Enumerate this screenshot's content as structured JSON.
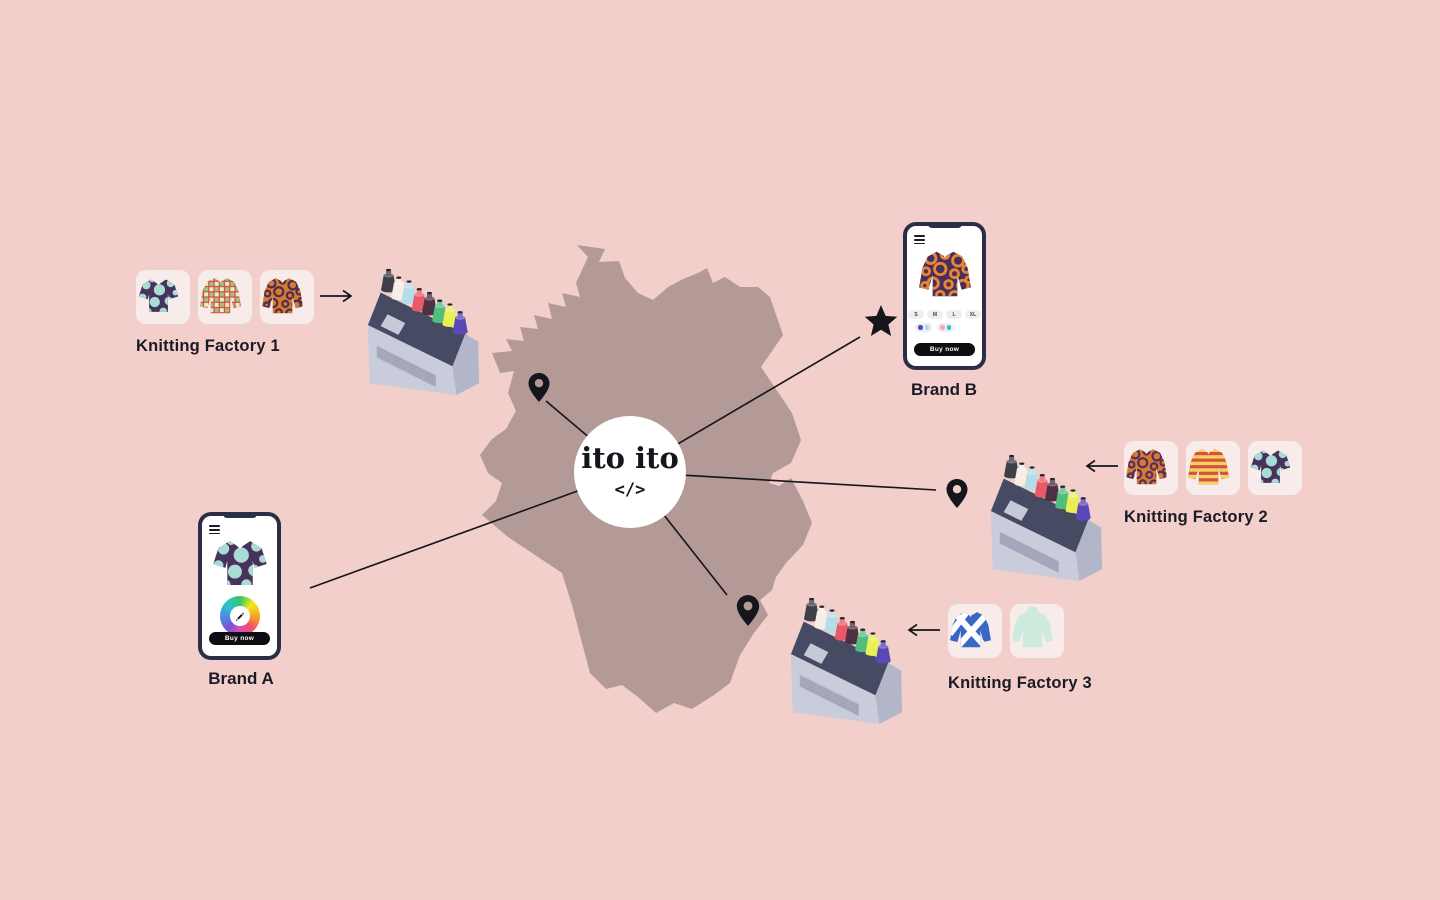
{
  "palette": {
    "background": "#F2CFCA",
    "map": "#B39A96",
    "card": "#F7ECE9",
    "ink": "#1B1B26",
    "line": "#15151C",
    "phone_frame": "#2A2F45",
    "buy_bg": "#0D0D12",
    "buy_text": "#FFFFFF",
    "pill_bg": "#EFEDF0"
  },
  "center": {
    "title": "ito ito",
    "code": "</>"
  },
  "factories": [
    {
      "label": "Knitting Factory 1",
      "garments": [
        {
          "shape": "tee",
          "base": "#46325A",
          "pattern": "dots",
          "color": "#A9DCD6"
        },
        {
          "shape": "sweater",
          "base": "#D9534B",
          "pattern": "check",
          "color": "#8FCB7A",
          "color2": "#F2E9C9"
        },
        {
          "shape": "sweater",
          "base": "#D97A2E",
          "pattern": "rings",
          "color": "#4A2E55"
        }
      ]
    },
    {
      "label": "Knitting Factory 2",
      "garments": [
        {
          "shape": "sweater",
          "base": "#D97A2E",
          "pattern": "rings",
          "color": "#523061"
        },
        {
          "shape": "sweater",
          "base": "#D94F43",
          "pattern": "stripes",
          "color": "#F2D45C"
        },
        {
          "shape": "tee",
          "base": "#46325A",
          "pattern": "dots",
          "color": "#A9DCD6"
        }
      ]
    },
    {
      "label": "Knitting Factory 3",
      "garments": [
        {
          "shape": "sweater",
          "base": "#3A67C4",
          "pattern": "cross",
          "color": "#FFFFFF"
        },
        {
          "shape": "turtleneck",
          "base": "#CDEBDD",
          "pattern": "plain",
          "color": "#CDEBDD"
        }
      ]
    }
  ],
  "brand_a": {
    "label": "Brand A",
    "buy_label": "Buy now",
    "garment": {
      "shape": "tee",
      "base": "#46325A",
      "pattern": "dots",
      "color": "#A9DCD6"
    }
  },
  "brand_b": {
    "label": "Brand B",
    "buy_label": "Buy now",
    "sizes": [
      "S",
      "M",
      "L",
      "XL"
    ],
    "swatches": [
      [
        "#5B4BBF",
        "#A9D9EA"
      ],
      [
        "#F2A9BD",
        "#2EC4C9"
      ]
    ],
    "garment": {
      "shape": "sweater",
      "base": "#473060",
      "pattern": "rings",
      "color": "#E8872E"
    }
  },
  "machine": {
    "top": "#474A63",
    "front": "#C9CCDB",
    "side": "#B3B6C8",
    "inset": "#A5A8BC",
    "panel": "#C6C9D7",
    "body": "#BFC2D2",
    "cones": [
      "#3F3F4A",
      "#F5EDE6",
      "#B5DDE9",
      "#E85A67",
      "#4E3044",
      "#50BE7C",
      "#E9EF55",
      "#5948B6"
    ]
  }
}
